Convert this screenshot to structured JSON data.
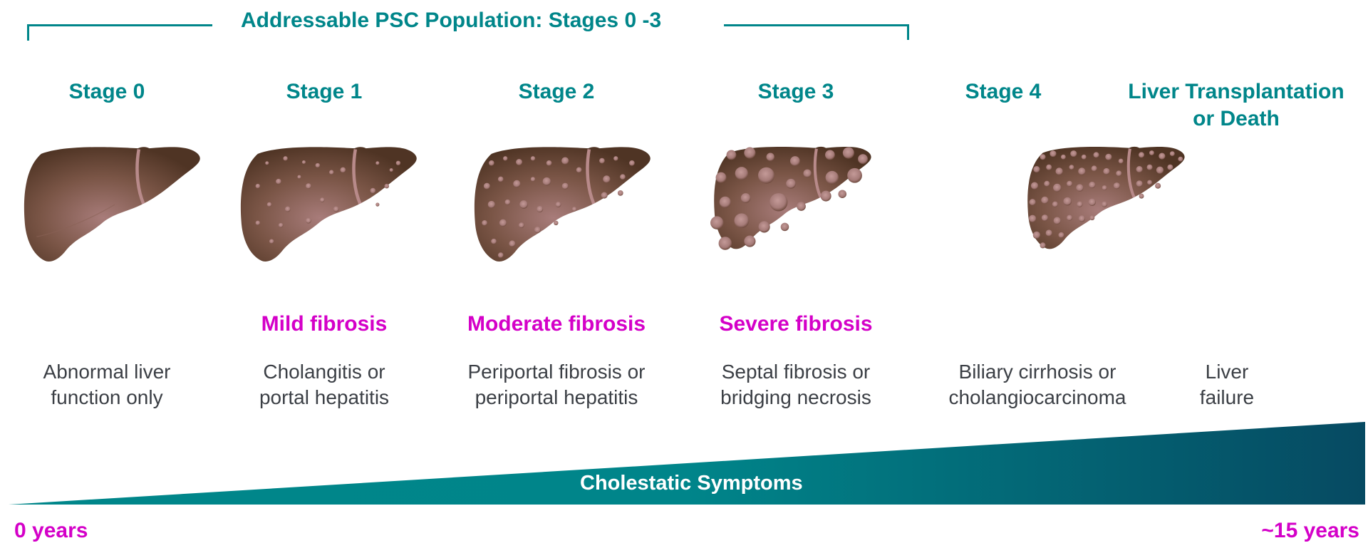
{
  "header": {
    "title": "Addressable PSC Population: Stages 0 -3",
    "bracket_color": "#00868a"
  },
  "stages": [
    {
      "title": "Stage 0",
      "fibrosis": "",
      "desc_line1": "Abnormal liver",
      "desc_line2": "function only",
      "nodule_level": 0
    },
    {
      "title": "Stage 1",
      "fibrosis": "Mild fibrosis",
      "desc_line1": "Cholangitis or",
      "desc_line2": "portal hepatitis",
      "nodule_level": 1
    },
    {
      "title": "Stage 2",
      "fibrosis": "Moderate fibrosis",
      "desc_line1": "Periportal fibrosis or",
      "desc_line2": "periportal hepatitis",
      "nodule_level": 2
    },
    {
      "title": "Stage 3",
      "fibrosis": "Severe fibrosis",
      "desc_line1": "Septal fibrosis or",
      "desc_line2": "bridging necrosis",
      "nodule_level": 3
    },
    {
      "title": "Stage 4",
      "fibrosis": "",
      "desc_line1": "Biliary cirrhosis or",
      "desc_line2": "cholangiocarcinoma",
      "nodule_level": 4
    },
    {
      "title_line1": "Liver Transplantation",
      "title_line2": "or Death",
      "fibrosis": "",
      "desc_line1": "Liver",
      "desc_line2": "failure"
    }
  ],
  "timeline": {
    "wedge_label": "Cholestatic Symptoms",
    "start_label": "0 years",
    "end_label": "~15 years",
    "gradient_start": "#00868a",
    "gradient_end": "#064a62"
  },
  "colors": {
    "teal": "#00868a",
    "magenta": "#d400c8",
    "text_gray": "#3b3f45",
    "liver_dark": "#553a2b",
    "liver_light": "#a87c7a",
    "liver_ligament": "#b88a8a"
  }
}
